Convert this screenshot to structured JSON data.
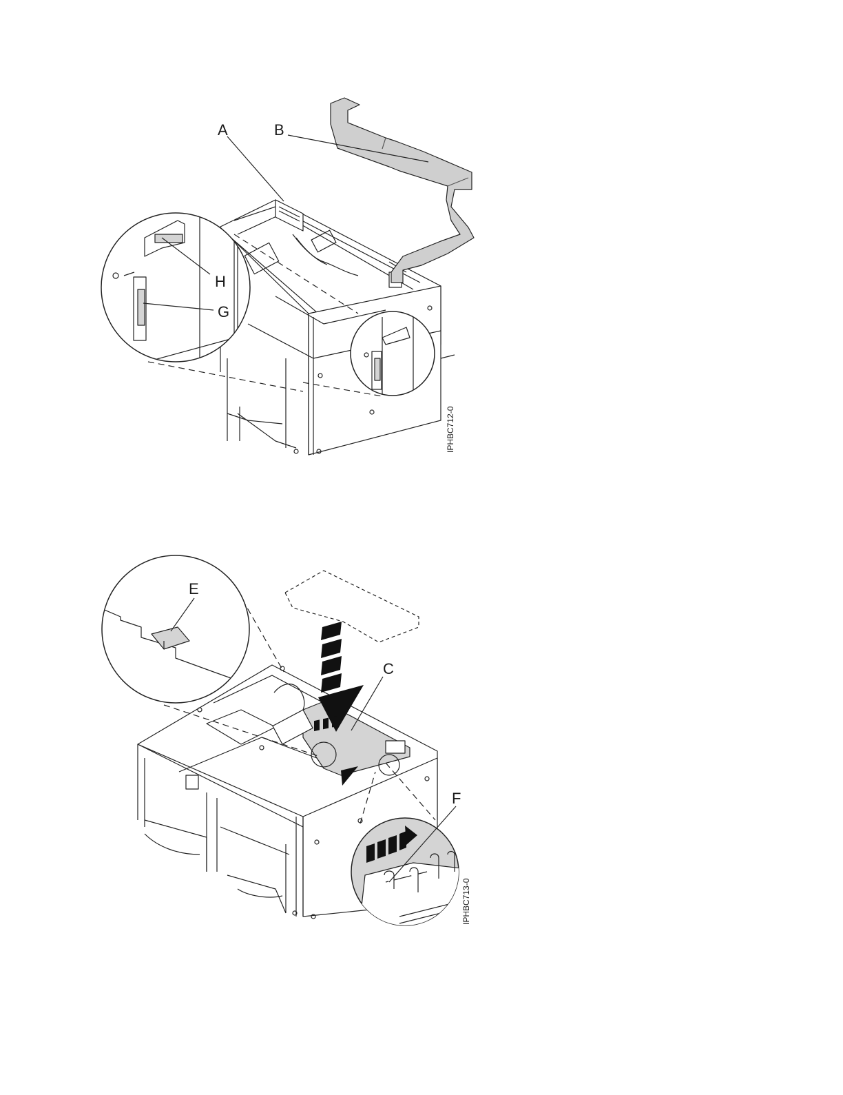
{
  "figure1": {
    "id_label": "IPHBC712-0",
    "callouts": {
      "a": "A",
      "b": "B",
      "g": "G",
      "h": "H"
    }
  },
  "figure2": {
    "id_label": "IPHBC713-0",
    "callouts": {
      "c": "C",
      "e": "E",
      "f": "F"
    }
  },
  "colors": {
    "line": "#222222",
    "part_fill": "#d4d4d4",
    "cable_fill": "#cfcfcf",
    "arrow": "#111111"
  }
}
